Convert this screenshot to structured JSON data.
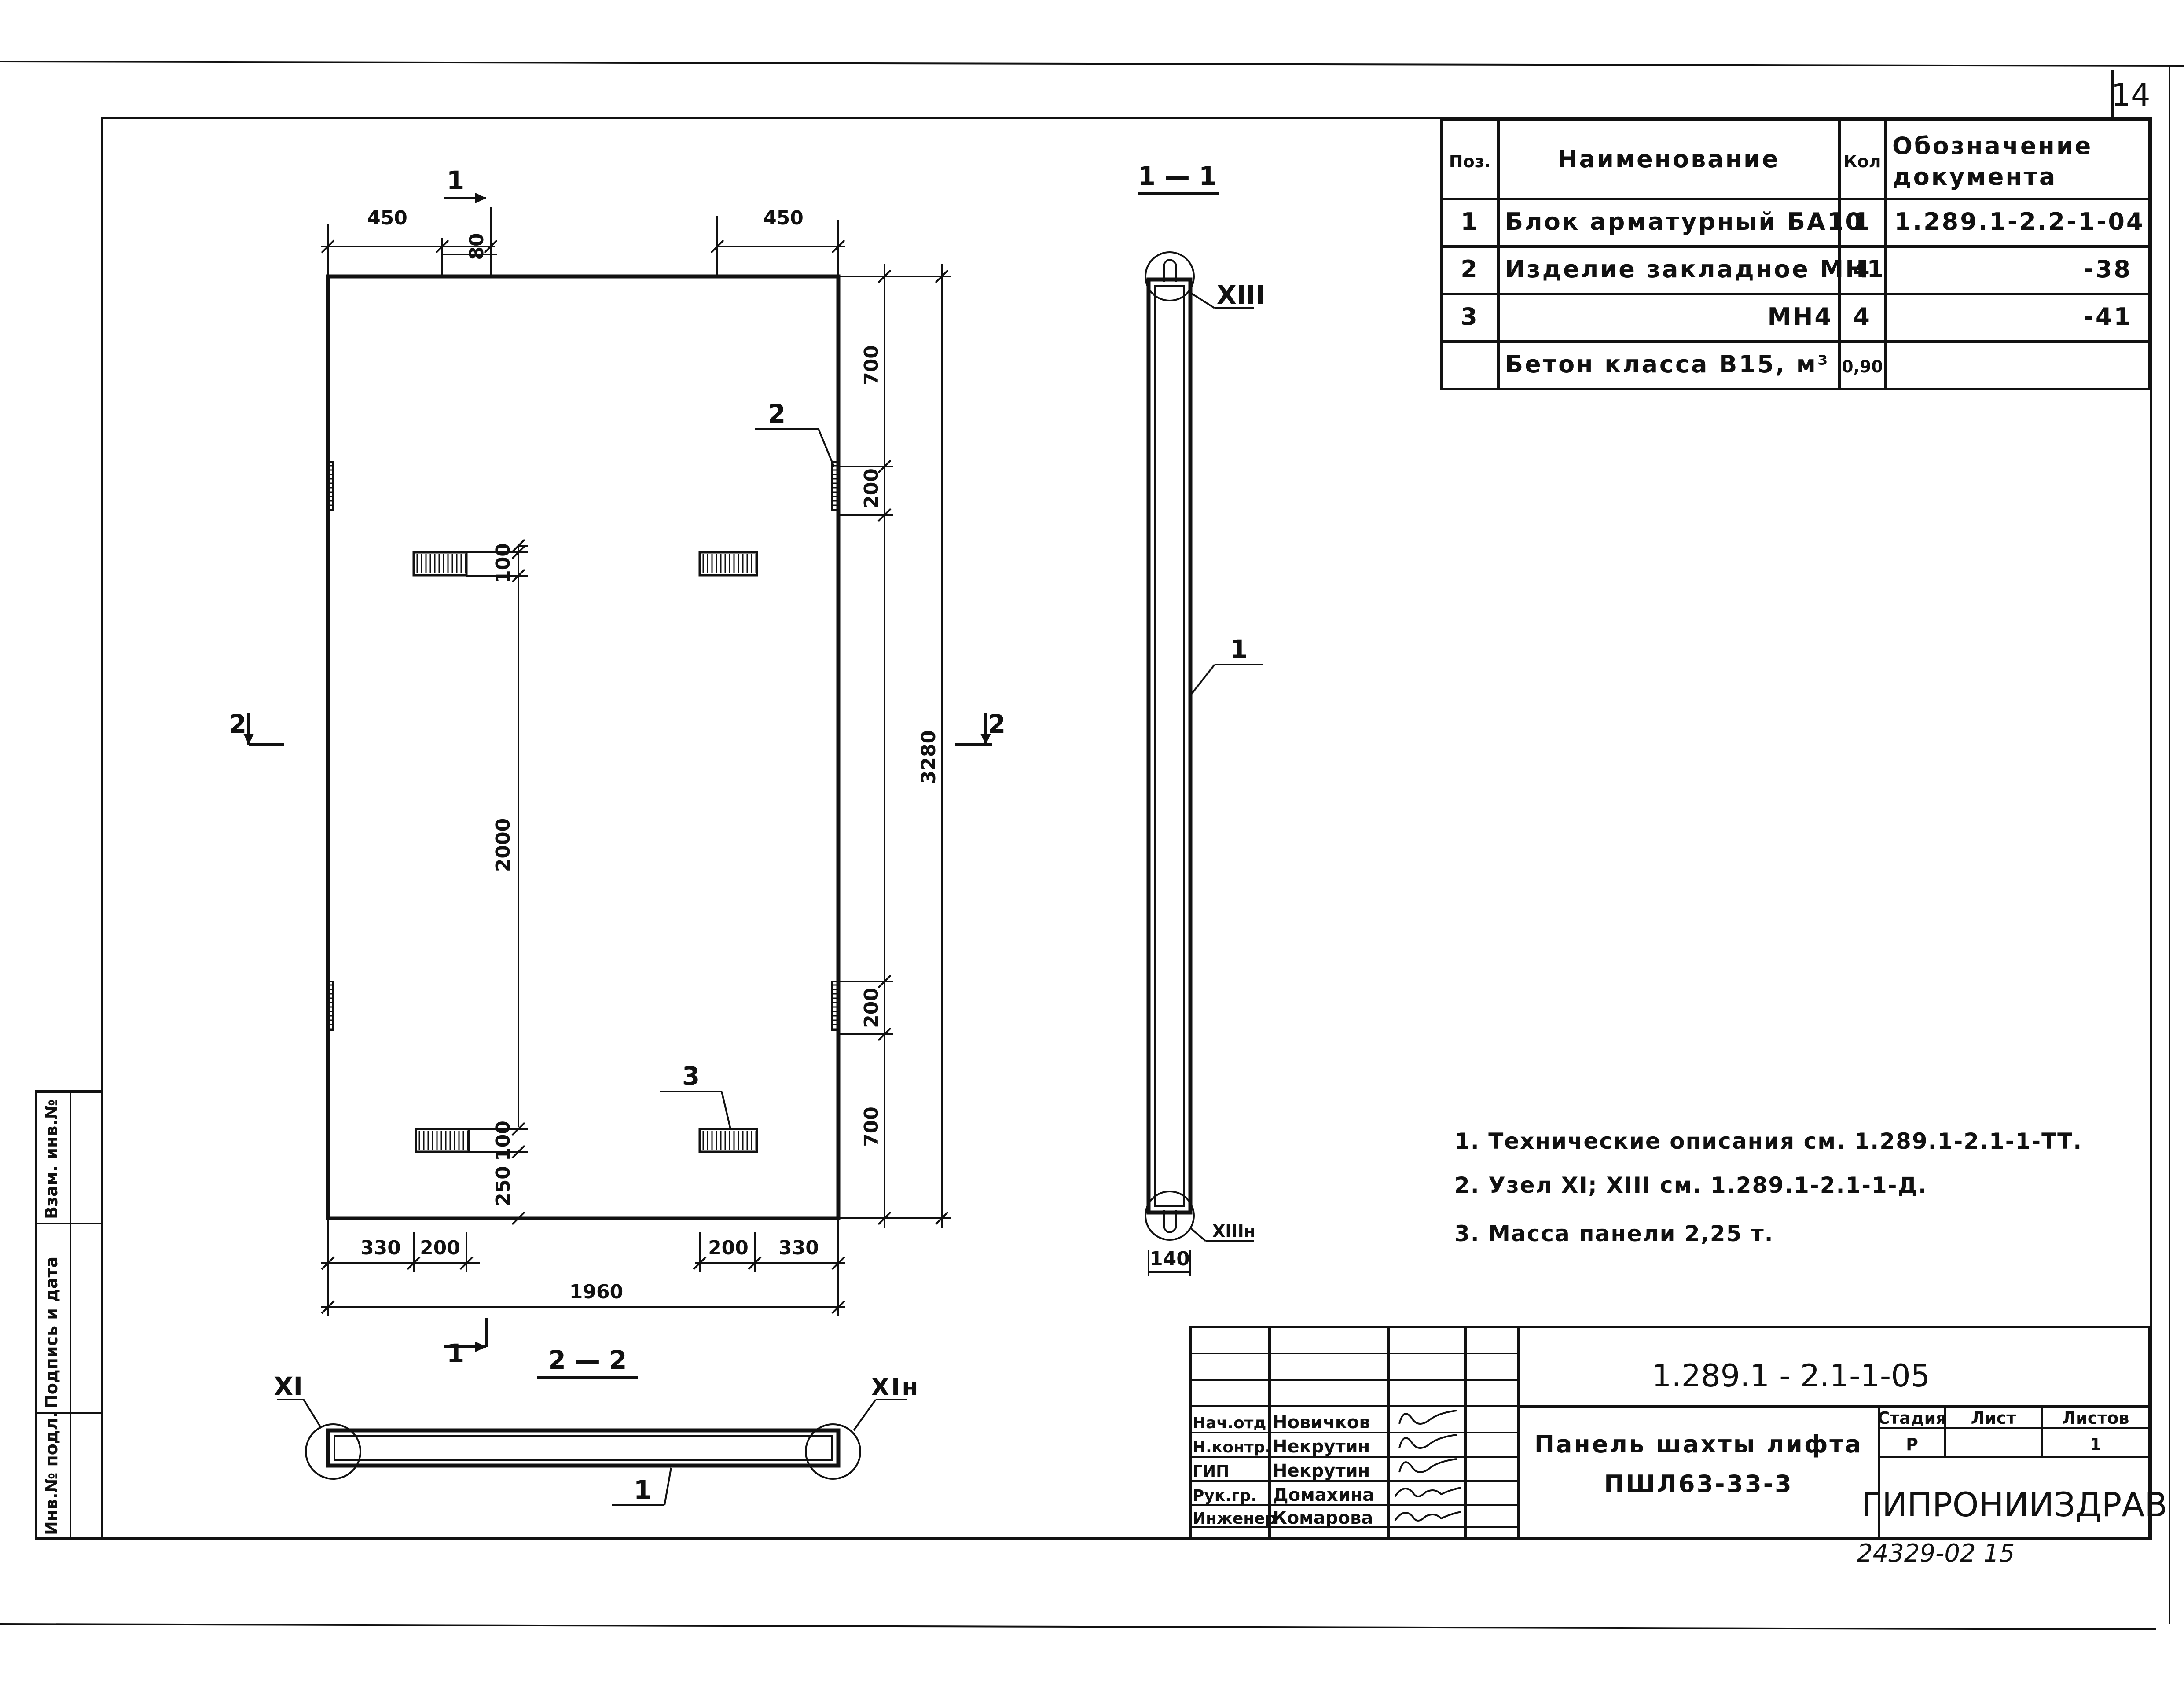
{
  "sheet": {
    "sheet_number": "14",
    "archive_number": "24329-02  15"
  },
  "spec_table": {
    "headers": {
      "pos": "Поз.",
      "name": "Наименование",
      "qty": "Кол",
      "doc_line1": "Обозначение",
      "doc_line2": "документа"
    },
    "rows": [
      {
        "pos": "1",
        "name": "Блок арматурный БА10",
        "qty": "1",
        "doc": "1.289.1-2.2-1-04"
      },
      {
        "pos": "2",
        "name": "Изделие закладное МН1",
        "qty": "4",
        "doc": "-38"
      },
      {
        "pos": "3",
        "name": "МН4",
        "qty": "4",
        "doc": "-41"
      },
      {
        "pos": "",
        "name": "Бетон класса В15, м³",
        "qty": "0,90",
        "doc": ""
      }
    ]
  },
  "plan_view": {
    "dimensions": {
      "top_left": "450",
      "top_right": "450",
      "top_offset": "80",
      "right_top": "700",
      "right_insert_top": "200",
      "overall_height": "3280",
      "right_insert_bottom": "200",
      "right_bottom": "700",
      "inner_height": "2000",
      "inner_top": "100",
      "inner_bottom": "100",
      "bottom_edge": "250",
      "bottom_left_1": "330",
      "bottom_left_2": "200",
      "bottom_right_1": "200",
      "bottom_right_2": "330",
      "overall_width": "1960"
    },
    "callouts": {
      "item_2": "2",
      "item_3": "3"
    },
    "section_marks": {
      "cut_1_top": "1",
      "cut_1_bottom": "1",
      "cut_2_left": "2",
      "cut_2_right": "2"
    }
  },
  "section_1_1": {
    "title": "1 — 1",
    "callout_item_1": "1",
    "node_top": "XIII",
    "node_bottom": "XIIIн",
    "thickness": "140"
  },
  "section_2_2": {
    "title": "2 — 2",
    "node_left": "XI",
    "node_right": "XIн",
    "callout_item_1": "1"
  },
  "notes": [
    "1. Технические описания см. 1.289.1-2.1-1-ТТ.",
    "2. Узел XI; XIII       см. 1.289.1-2.1-1-Д.",
    "3. Масса панели 2,25 т."
  ],
  "title_block": {
    "code": "1.289.1 - 2.1-1-05",
    "title_line1": "Панель шахты лифта",
    "title_line2": "ПШЛ63-33-3",
    "stage_header": "Стадия",
    "sheet_header": "Лист",
    "sheets_header": "Листов",
    "stage": "Р",
    "sheet": "",
    "sheets": "1",
    "organization": "ГИПРОНИИЗДРАВ",
    "signatures": [
      {
        "role": "Нач.отд.",
        "name": "Новичков"
      },
      {
        "role": "Н.контр.",
        "name": "Некрутин"
      },
      {
        "role": "ГИП",
        "name": "Некрутин"
      },
      {
        "role": "Рук.гр.",
        "name": "Домахина"
      },
      {
        "role": "Инженер",
        "name": "Комарова"
      }
    ]
  },
  "side_stamp": {
    "inv_podl": "Инв.№ подл.",
    "podpis_data": "Подпись и дата",
    "vzam_inv": "Взам. инв.№"
  }
}
